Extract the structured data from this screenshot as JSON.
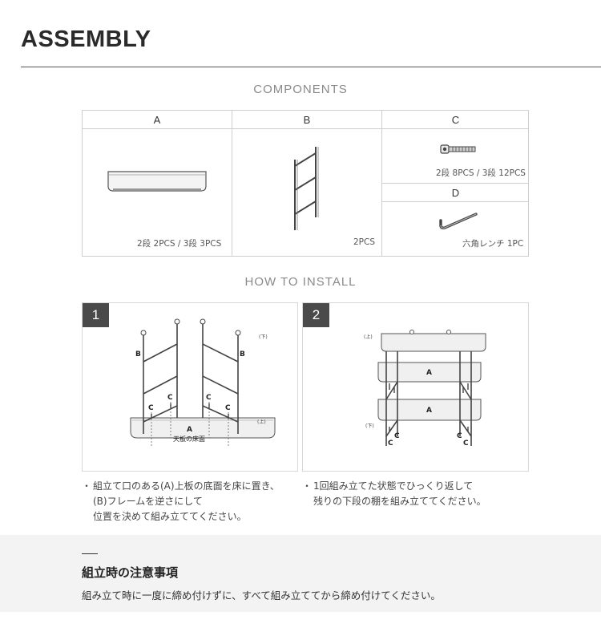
{
  "page": {
    "title": "ASSEMBLY"
  },
  "components": {
    "heading": "COMPONENTS",
    "items": [
      {
        "letter": "A",
        "qty": "2段 2PCS / 3段 3PCS",
        "icon": "shelf-board-icon"
      },
      {
        "letter": "B",
        "qty": "2PCS",
        "icon": "ladder-frame-icon"
      },
      {
        "letter": "C",
        "qty": "2段 8PCS / 3段 12PCS",
        "icon": "bolt-icon"
      },
      {
        "letter": "D",
        "qty": "六角レンチ 1PC",
        "icon": "hex-wrench-icon"
      }
    ]
  },
  "install": {
    "heading": "HOW TO INSTALL",
    "steps": [
      {
        "number": "1",
        "labels": {
          "b": "B",
          "c": "C",
          "a": "A",
          "floor": "天板の床面",
          "top": "(上)",
          "bottom": "(下)"
        },
        "note_lines": [
          "組立て口のある(A)上板の底面を床に置き、",
          "(B)フレームを逆さにして",
          "位置を決めて組み立ててください。"
        ]
      },
      {
        "number": "2",
        "labels": {
          "a": "A",
          "c": "C",
          "top": "(上)",
          "bottom": "(下)"
        },
        "note_lines": [
          "1回組み立てた状態でひっくり返して",
          "残りの下段の棚を組み立ててください。"
        ]
      }
    ]
  },
  "caution": {
    "title": "組立時の注意事項",
    "text": "組み立て時に一度に締め付けずに、すべて組み立ててから締め付けてください。"
  }
}
